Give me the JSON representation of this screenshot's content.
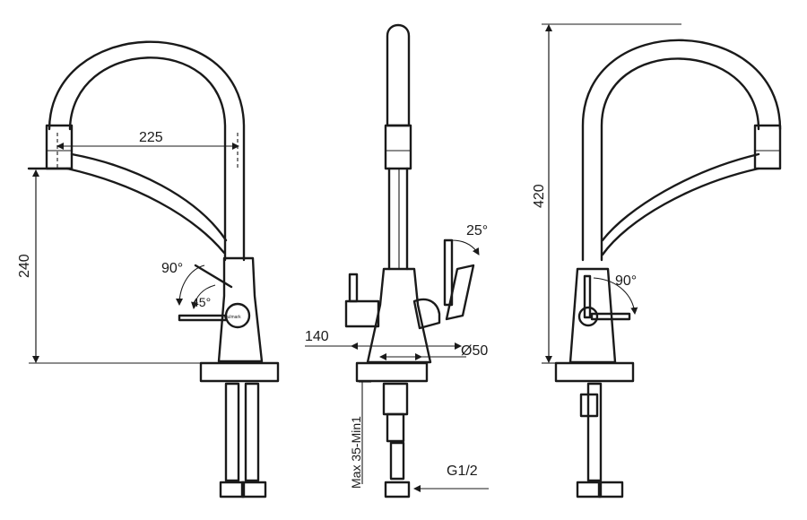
{
  "figure": {
    "dimensions": {
      "spout_reach": "225",
      "spout_height": "240",
      "total_height": "420",
      "handle_rotation": "90°",
      "handle_tilt": "45°",
      "handle_forward_angle": "25°",
      "base_width": "140",
      "base_diameter": "Ø50",
      "countertop_thickness": "Max 35-Min1",
      "hose_connection": "G1/2",
      "side_rotation": "90°"
    },
    "brand_mark": "paulmark"
  }
}
